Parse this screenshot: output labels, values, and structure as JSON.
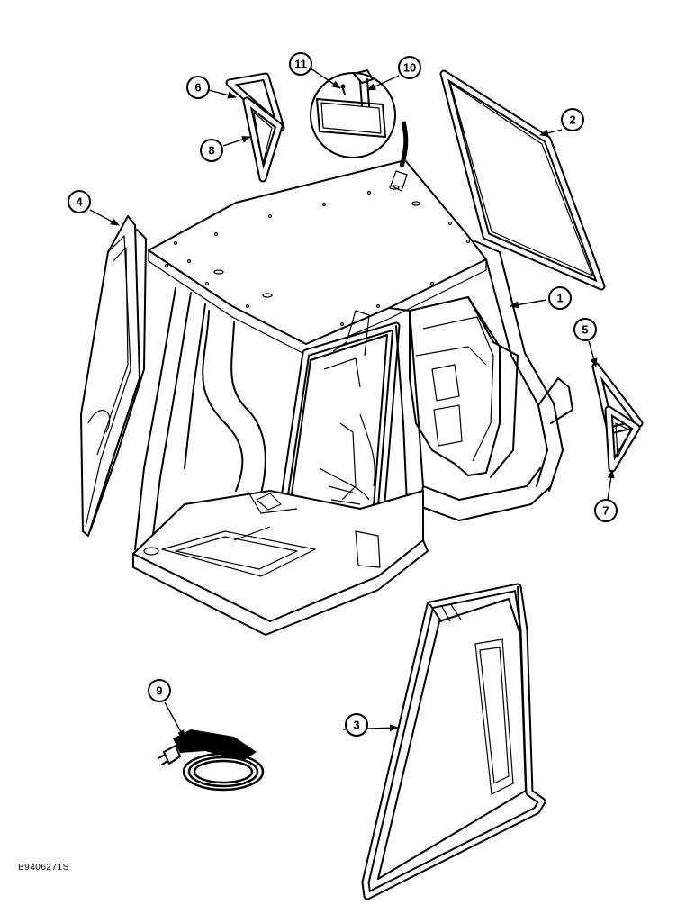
{
  "callouts": [
    {
      "id": "1",
      "label": "1"
    },
    {
      "id": "2",
      "label": "2"
    },
    {
      "id": "3",
      "label": "3"
    },
    {
      "id": "4",
      "label": "4"
    },
    {
      "id": "5",
      "label": "5"
    },
    {
      "id": "6",
      "label": "6"
    },
    {
      "id": "7",
      "label": "7"
    },
    {
      "id": "8",
      "label": "8"
    },
    {
      "id": "9",
      "label": "9"
    },
    {
      "id": "10",
      "label": "10"
    },
    {
      "id": "11",
      "label": "11"
    }
  ],
  "drawing_code": "B9406271S"
}
